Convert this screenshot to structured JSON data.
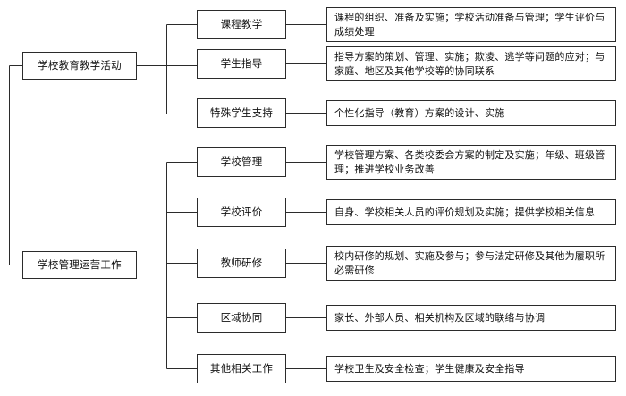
{
  "diagram": {
    "type": "tree-hierarchy",
    "orientation": "left-to-right",
    "title": "",
    "branches": [
      {
        "id": "education",
        "label": "学校教育教学活动",
        "children": [
          {
            "label": "课程教学",
            "detail": "课程的组织、准备及实施；学校活动准备与管理；学生评价与成绩处理"
          },
          {
            "label": "学生指导",
            "detail": "指导方案的策划、管理、实施；欺凌、逃学等问题的应对；与家庭、地区及其他学校等的协同联系"
          },
          {
            "label": "特殊学生支持",
            "detail": "个性化指导（教育）方案的设计、实施"
          }
        ]
      },
      {
        "id": "management",
        "label": "学校管理运营工作",
        "children": [
          {
            "label": "学校管理",
            "detail": "学校管理方案、各类校委会方案的制定及实施；年级、班级管理；推进学校业务改善"
          },
          {
            "label": "学校评价",
            "detail": "自身、学校相关人员的评价规划及实施；提供学校相关信息"
          },
          {
            "label": "教师研修",
            "detail": "校内研修的规划、实施及参与；参与法定研修及其他为履职所必需研修"
          },
          {
            "label": "区域协同",
            "detail": "家长、外部人员、相关机构及区域的联络与协调"
          },
          {
            "label": "其他相关工作",
            "detail": "学校卫生及安全检查；学生健康及安全指导"
          }
        ]
      }
    ],
    "colors": {
      "line": "#2b2b2b",
      "box_border": "#2b2b2b",
      "background": "#ffffff",
      "text": "#111111"
    }
  }
}
